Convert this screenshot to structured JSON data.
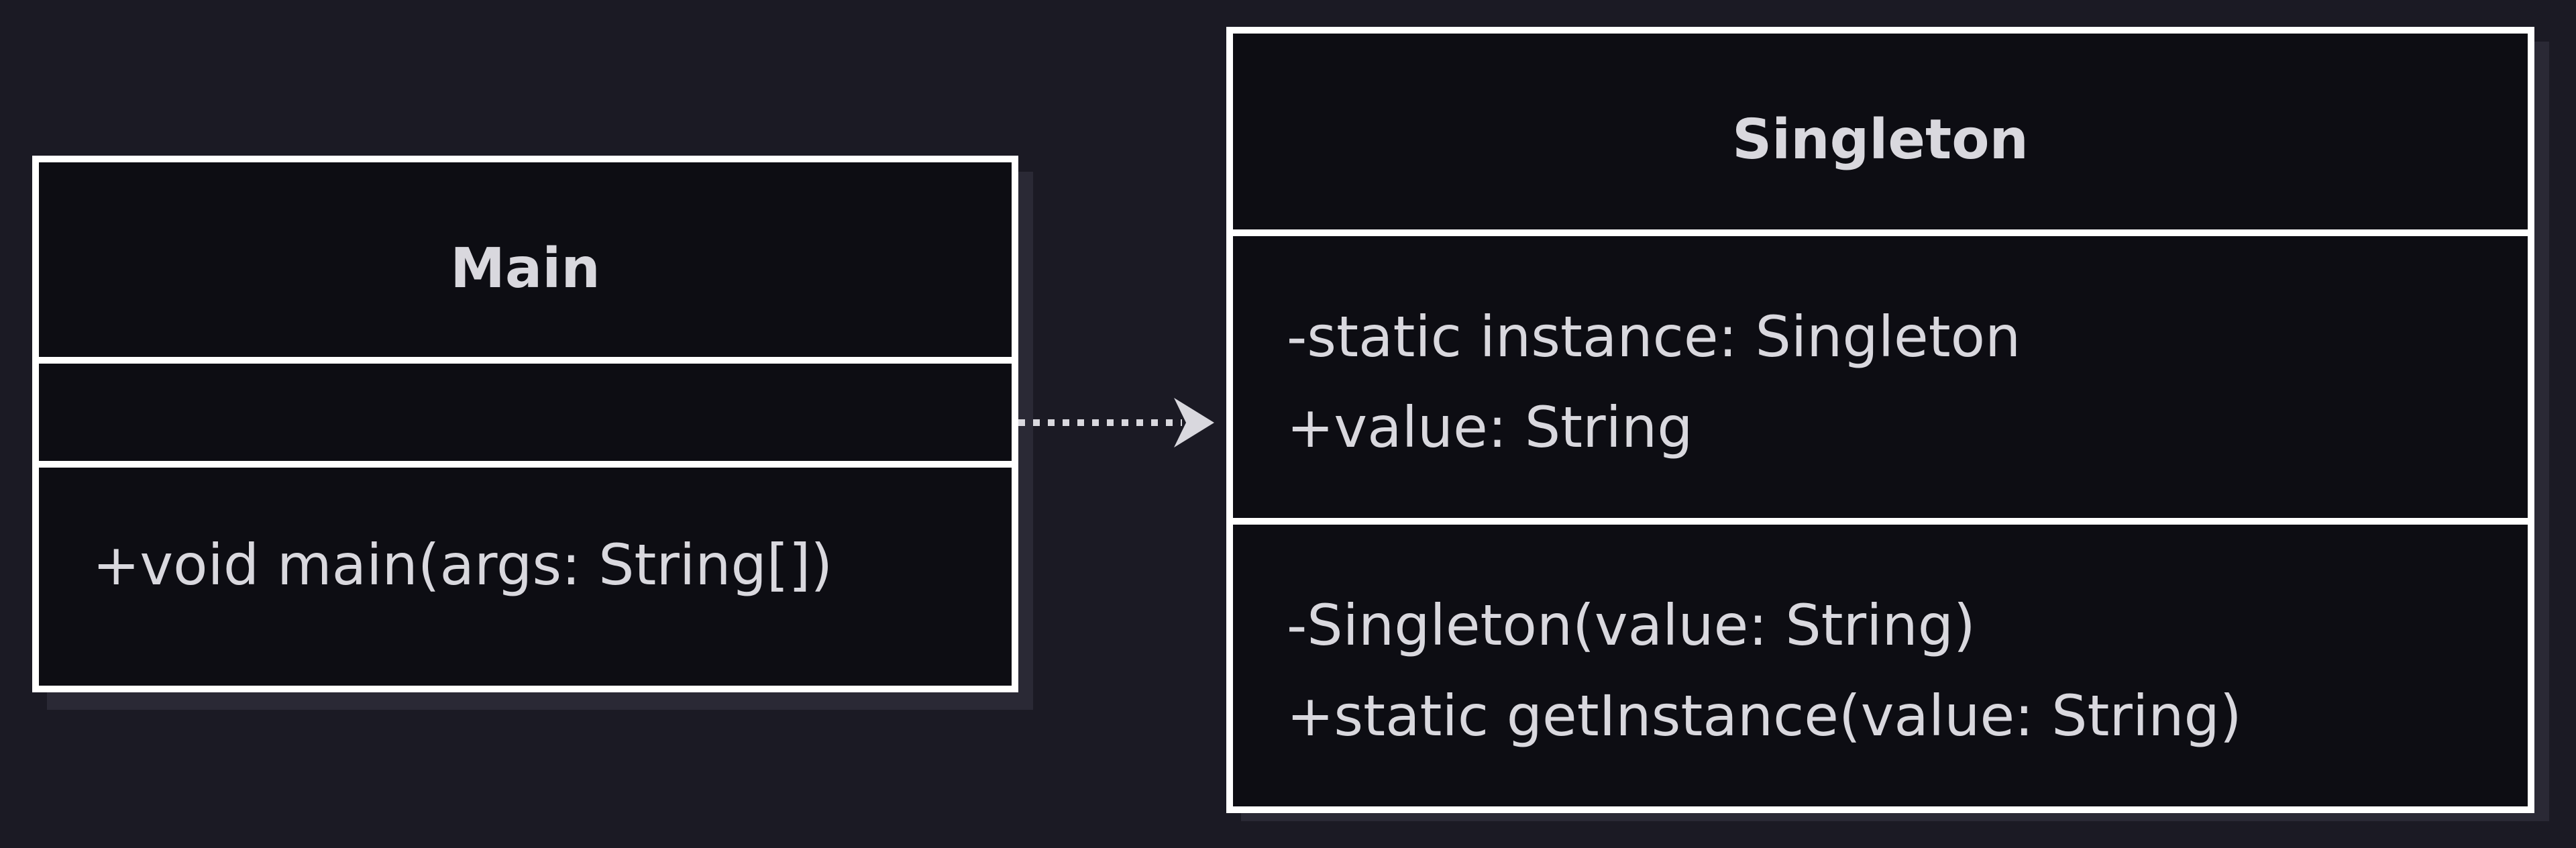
{
  "classes": {
    "main": {
      "name": "Main",
      "attributes": [],
      "methods": [
        "+void main(args: String[])"
      ]
    },
    "singleton": {
      "name": "Singleton",
      "attributes": [
        "-static instance: Singleton",
        "+value: String"
      ],
      "methods": [
        "-Singleton(value: String)",
        "+static getInstance(value: String)"
      ]
    }
  },
  "relationships": [
    {
      "from": "Main",
      "to": "Singleton",
      "type": "dependency",
      "line_style": "dotted",
      "arrowhead": "open"
    }
  ],
  "colors": {
    "background": "#1b1a24",
    "box_fill": "#0d0d13",
    "box_border": "#ffffff",
    "text": "#d9d8de",
    "connector": "#d9d8de",
    "shadow": "#2a2935"
  }
}
